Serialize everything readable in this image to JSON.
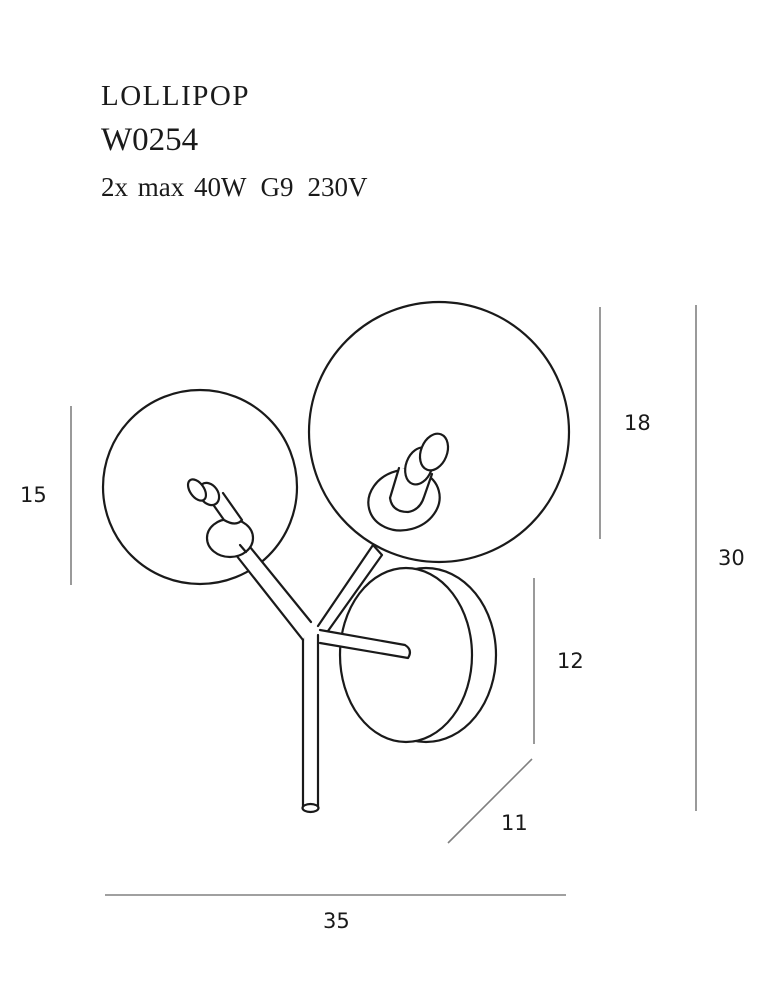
{
  "product": {
    "name": "LOLLIPOP",
    "code": "W0254",
    "specs": {
      "bulbs": "2x max 40W",
      "socket": "G9",
      "voltage": "230V"
    }
  },
  "dimensions": {
    "small_shade_diameter": "15",
    "large_shade_diameter": "18",
    "total_height": "30",
    "wall_plate_diameter": "12",
    "depth": "11",
    "total_width": "35"
  },
  "colors": {
    "stroke": "#1a1a1a",
    "dimension_line": "#808080",
    "background": "#ffffff"
  }
}
